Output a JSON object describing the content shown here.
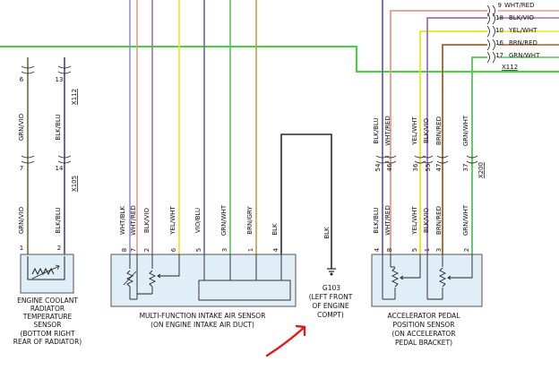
{
  "colors": {
    "grn_vio": "#7d8f65",
    "blk_blu": "#6e66a4",
    "wht_red": "#e79a8e",
    "blk_vio": "#a172b2",
    "yel_wht": "#e5e526",
    "vio_blu": "#5f63cf",
    "grn_wht": "#55c25a",
    "brn_gry": "#c79b4d",
    "brn_red": "#a85e27",
    "blk": "#2c2c2c",
    "bus_green": "#43d43a",
    "component_fill": "#dfeef7",
    "arrow_red": "#e01b1b"
  },
  "connectors": {
    "x112_left": "X112",
    "x105": "X105",
    "x112_right": "X112",
    "x200": "X200"
  },
  "coolant_wires": [
    {
      "color": "GRN/VIO",
      "pin_top": "6",
      "pin_mid": "7",
      "pin_comp": "1"
    },
    {
      "color": "BLK/BLU",
      "pin_top": "13",
      "pin_mid": "14",
      "pin_comp": "2"
    }
  ],
  "maf_wires": [
    {
      "color": "WHT/BLK",
      "pin": "8"
    },
    {
      "color": "WHT/RED",
      "pin": "7"
    },
    {
      "color": "BLK/VIO",
      "pin": "2"
    },
    {
      "color": "YEL/WHT",
      "pin": "6"
    },
    {
      "color": "VIO/BLU",
      "pin": "5"
    },
    {
      "color": "GRN/WHT",
      "pin": "3"
    },
    {
      "color": "BRN/GRY",
      "pin": "1"
    },
    {
      "color": "BLK",
      "pin": "4"
    }
  ],
  "ground": {
    "wire": "BLK",
    "id": "G103",
    "line1": "(LEFT FRONT",
    "line2": "OF ENGINE",
    "line3": "COMPT)"
  },
  "app_wires": [
    {
      "color": "BLK/BLU",
      "pin_mid": "54",
      "pin_comp": "4"
    },
    {
      "color": "WHT/RED",
      "pin_mid": "46",
      "pin_comp": "8"
    },
    {
      "color": "YEL/WHT",
      "pin_mid": "36",
      "pin_comp": "5"
    },
    {
      "color": "BLK/VIO",
      "pin_mid": "55",
      "pin_comp": "1"
    },
    {
      "color": "BRN/RED",
      "pin_mid": "47",
      "pin_comp": "3"
    },
    {
      "color": "GRN/WHT",
      "pin_mid": "37",
      "pin_comp": "2"
    }
  ],
  "top_right": [
    {
      "pin": "9",
      "color": "WHT/RED"
    },
    {
      "pin": "18",
      "color": "BLK/VIO"
    },
    {
      "pin": "10",
      "color": "YEL/WHT"
    },
    {
      "pin": "16",
      "color": "BRN/RED"
    },
    {
      "pin": "17",
      "color": "GRN/WHT"
    }
  ],
  "components": {
    "coolant": {
      "l1": "ENGINE COOLANT",
      "l2": "RADIATOR",
      "l3": "TEMPERATURE",
      "l4": "SENSOR",
      "l5": "(BOTTOM RIGHT",
      "l6": "REAR OF RADIATOR)"
    },
    "maf": {
      "l1": "MULTI-FUNCTION INTAKE AIR SENSOR",
      "l2": "(ON ENGINE INTAKE AIR DUCT)"
    },
    "app": {
      "l1": "ACCELERATOR PEDAL",
      "l2": "POSITION SENSOR",
      "l3": "(ON ACCELERATOR",
      "l4": "PEDAL BRACKET)"
    }
  }
}
